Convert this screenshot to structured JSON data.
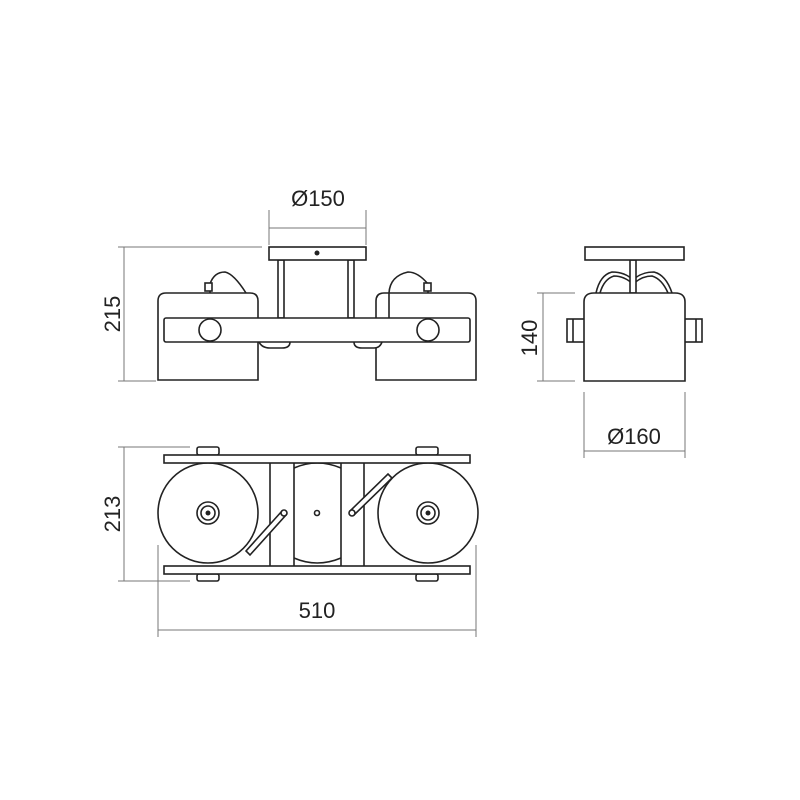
{
  "drawing": {
    "dimensions": {
      "canopy_diameter": "Ø150",
      "height": "215",
      "side_height": "140",
      "shade_diameter": "Ø160",
      "depth": "213",
      "length": "510"
    },
    "line_color": "#222222",
    "dimension_line_color": "#777777"
  }
}
